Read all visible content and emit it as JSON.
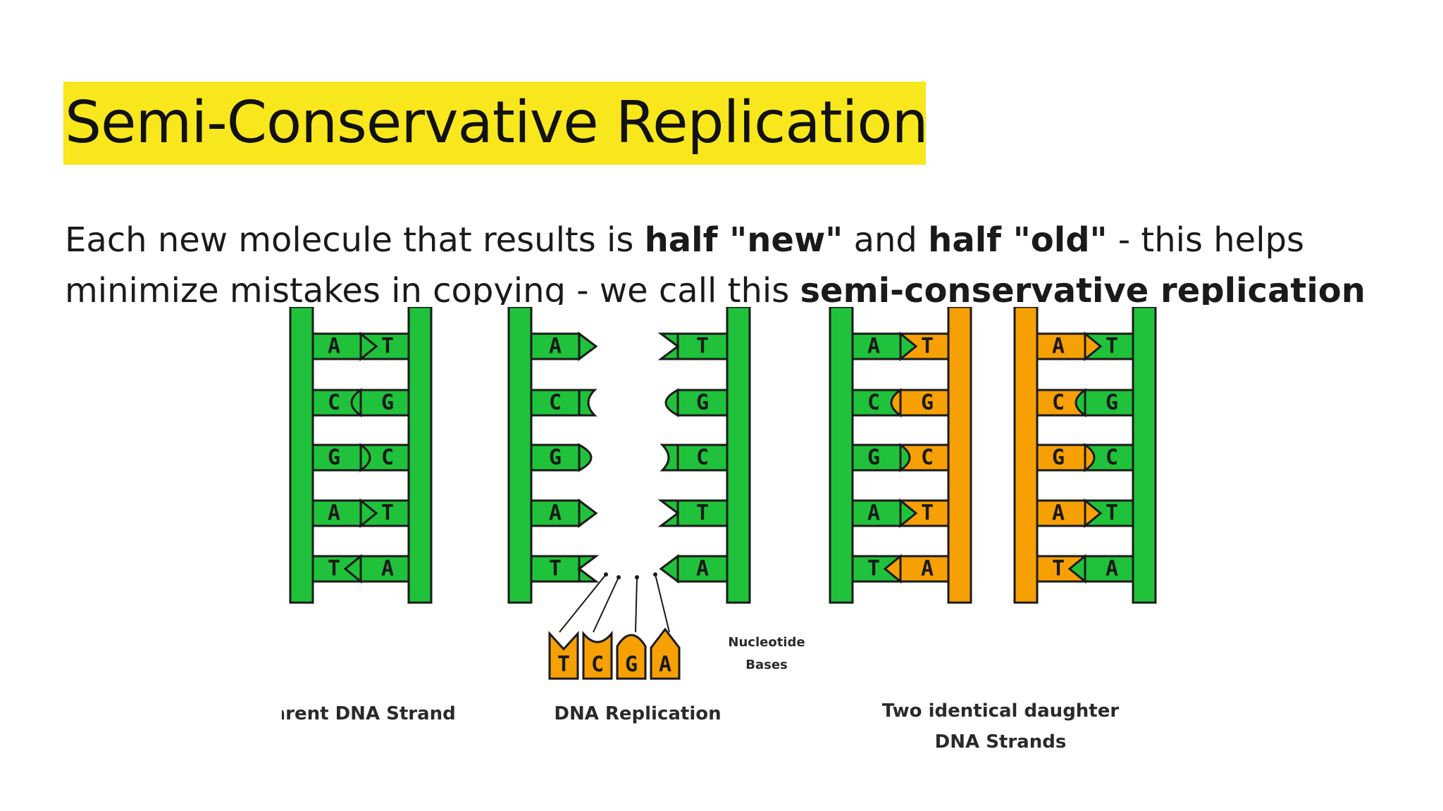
{
  "slide": {
    "title": "Semi-Conservative Replication",
    "body": {
      "p1": "Each new molecule that results is ",
      "b1": "half \"new\"",
      "p2": " and ",
      "b2": "half \"old\"",
      "p3": " - this helps minimize mistakes in copying - we call this ",
      "b3": "semi-conservative replication"
    }
  },
  "figure": {
    "captions": {
      "parent": "Parent DNA Strand",
      "replication": "DNA Replication",
      "daughter_line1": "Two identical daughter",
      "daughter_line2": "DNA Strands",
      "nucleotide_line1": "Nucleotide",
      "nucleotide_line2": "Bases"
    },
    "parent_pairs": [
      [
        "A",
        "T"
      ],
      [
        "C",
        "G"
      ],
      [
        "G",
        "C"
      ],
      [
        "A",
        "T"
      ],
      [
        "T",
        "A"
      ]
    ],
    "free_nucleotides": [
      "T",
      "C",
      "G",
      "A"
    ],
    "colors": {
      "old_strand": "#1fc23a",
      "new_strand": "#f7a004",
      "outline": "#1a1a1a",
      "title_highlight": "#f8e71c"
    }
  }
}
